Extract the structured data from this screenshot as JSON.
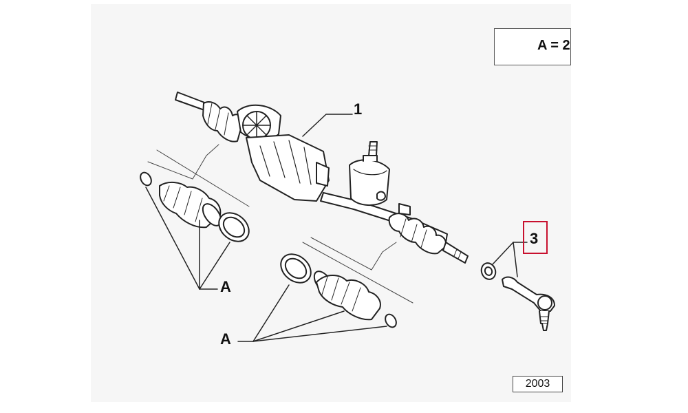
{
  "legend": {
    "text": "A = 2",
    "icon": "kit-parts-icon"
  },
  "callouts": {
    "part_1": "1",
    "part_3": "3",
    "kit_a_upper": "A",
    "kit_a_lower": "A"
  },
  "highlight": {
    "color": "#c8102e"
  },
  "footer": {
    "year": "2003"
  }
}
